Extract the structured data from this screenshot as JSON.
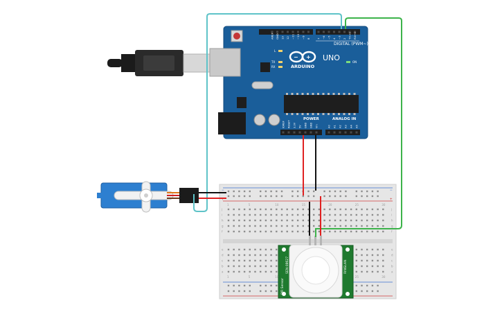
{
  "arduino": {
    "brand": "ARDUINO",
    "model": "UNO",
    "digital_label": "DIGITAL (PWM~)",
    "power_label": "POWER",
    "analog_label": "ANALOG IN",
    "on_label": "ON",
    "tx_label": "TX",
    "rx_label": "RX",
    "l_label": "L",
    "top_pins": [
      "AREF",
      "GND",
      "13",
      "12",
      "~11",
      "~10",
      "~9",
      "8",
      "7",
      "~6",
      "~5",
      "4",
      "~3",
      "2",
      "TX→1",
      "RX←0"
    ],
    "power_pins": [
      "IOREF",
      "RESET",
      "3.3V",
      "5V",
      "GND",
      "GND",
      "Vin"
    ],
    "analog_pins": [
      "A0",
      "A1",
      "A2",
      "A3",
      "A4",
      "A5"
    ]
  },
  "breadboard": {
    "row_letters_top": [
      "j",
      "i",
      "h",
      "g",
      "f"
    ],
    "row_letters_bottom": [
      "e",
      "d",
      "c",
      "b",
      "a"
    ],
    "column_numbers": [
      "1",
      "5",
      "10",
      "15",
      "20",
      "25",
      "30"
    ],
    "plus_sign": "+",
    "minus_sign": "−"
  },
  "pir_sensor": {
    "label_left": "PIR Sensor",
    "label_model": "SEN-08627",
    "label_right": "RINGLAN"
  },
  "colors": {
    "arduino_blue": "#1a5e9a",
    "wire_red": "#e02020",
    "wire_black": "#111111",
    "wire_cyan": "#5ec3c8",
    "wire_green": "#3cb34a",
    "breadboard": "#e6e6e6",
    "pir_green": "#1f7a2f",
    "servo_blue": "#2d7fd0"
  }
}
